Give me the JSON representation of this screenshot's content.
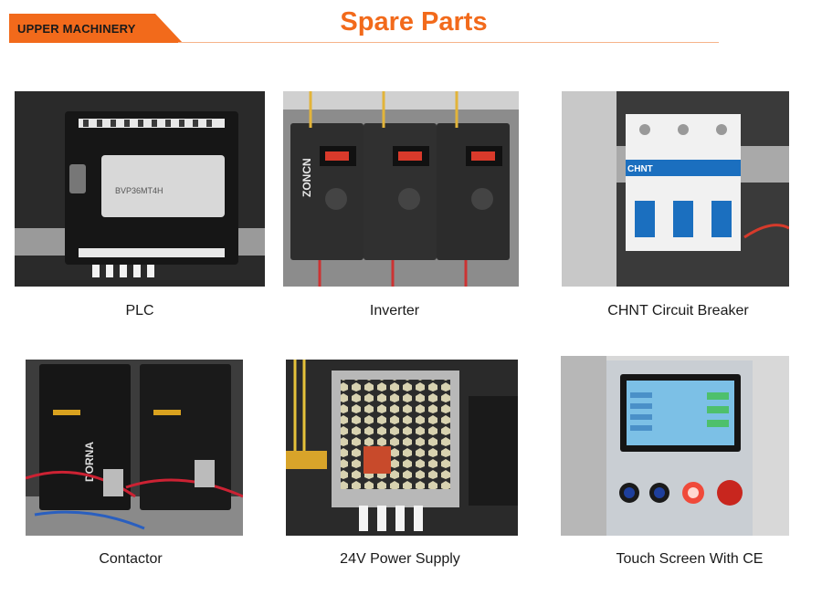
{
  "header": {
    "brand": "UPPER MACHINERY",
    "title": "Spare Parts"
  },
  "colors": {
    "accent": "#f26a1b"
  },
  "items": [
    {
      "label": "PLC"
    },
    {
      "label": "Inverter"
    },
    {
      "label": "CHNT Circuit Breaker"
    },
    {
      "label": "Contactor"
    },
    {
      "label": "24V Power Supply"
    },
    {
      "label": "Touch Screen With CE"
    }
  ],
  "photo_texts": {
    "plc_model": "BVP36MT4H",
    "inverter_brand": "ZONCN",
    "breaker_brand": "CHNT",
    "contactor_brand": "DORNA"
  }
}
